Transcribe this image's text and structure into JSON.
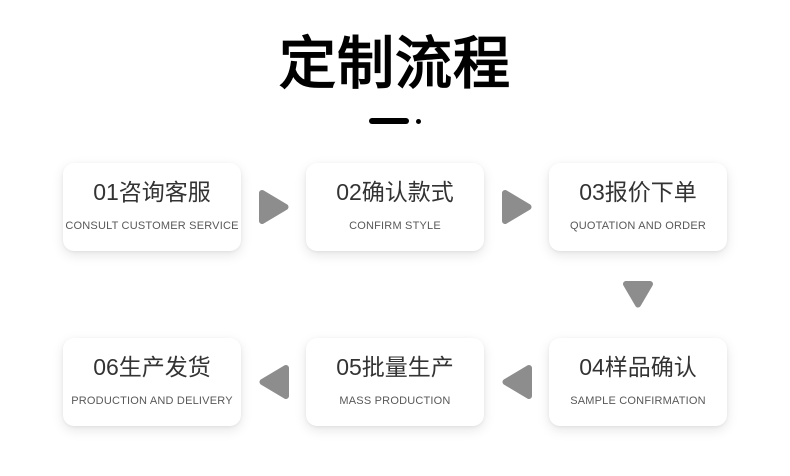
{
  "page": {
    "title": "定制流程"
  },
  "steps": [
    {
      "title": "01咨询客服",
      "subtitle": "CONSULT CUSTOMER SERVICE"
    },
    {
      "title": "02确认款式",
      "subtitle": "CONFIRM STYLE"
    },
    {
      "title": "03报价下单",
      "subtitle": "QUOTATION AND ORDER"
    },
    {
      "title": "04样品确认",
      "subtitle": "SAMPLE CONFIRMATION"
    },
    {
      "title": "05批量生产",
      "subtitle": "MASS PRODUCTION"
    },
    {
      "title": "06生产发货",
      "subtitle": "PRODUCTION AND DELIVERY"
    }
  ],
  "icons": {
    "flow_arrows": [
      "arrow-right",
      "arrow-right",
      "arrow-down",
      "arrow-left",
      "arrow-left"
    ]
  },
  "colors": {
    "title": "#000000",
    "step_title": "#333333",
    "step_subtitle": "#585858",
    "arrow": "#8d8d8d",
    "card_background": "#ffffff",
    "page_background": "#ffffff"
  }
}
